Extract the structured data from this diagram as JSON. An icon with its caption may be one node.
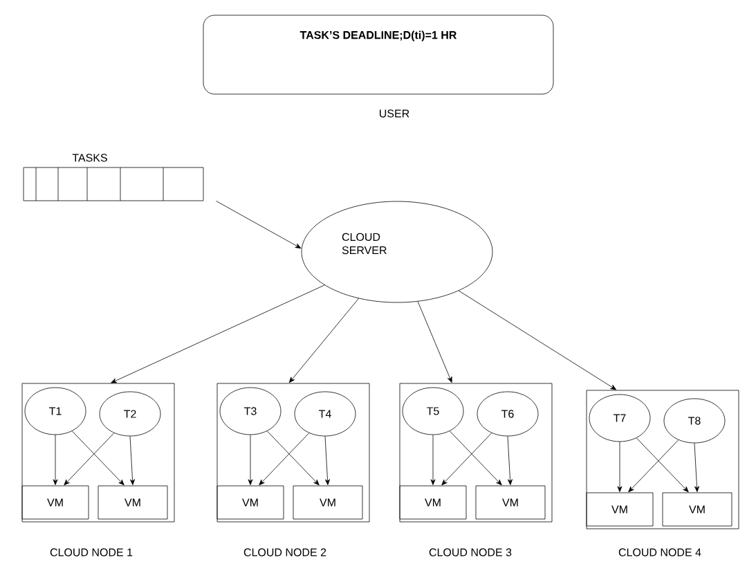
{
  "diagram": {
    "nodes": [
      {
        "text": [
          "TASK’S DEADLINE;D(ti)=1 HR"
        ],
        "beside": [
          "USER"
        ]
      },
      {
        "text": [
          "TASKS"
        ]
      },
      {
        "text": [
          "CLOUD SERVER"
        ]
      },
      {
        "text": [],
        "shape": "box",
        "beside": [
          "CLOUD NODE 1"
        ]
      },
      {
        "text": [
          "T1"
        ],
        "in": 3
      },
      {
        "text": [
          "T2"
        ],
        "in": 3
      },
      {
        "text": [
          "VM"
        ],
        "in": 3
      },
      {
        "text": [
          "VM"
        ],
        "in": 3
      },
      {
        "text": [],
        "shape": "box",
        "beside": [
          "CLOUD NODE 2"
        ]
      },
      {
        "text": [
          "T3"
        ],
        "in": 8
      },
      {
        "text": [
          "T4"
        ],
        "in": 8
      },
      {
        "text": [
          "VM"
        ],
        "in": 8
      },
      {
        "text": [
          "VM"
        ],
        "in": 8
      },
      {
        "text": [],
        "shape": "box",
        "beside": [
          "CLOUD NODE 3"
        ]
      },
      {
        "text": [
          "T5"
        ],
        "in": 13
      },
      {
        "text": [
          "T6"
        ],
        "in": 13
      },
      {
        "text": [
          "VM"
        ],
        "in": 13
      },
      {
        "text": [
          "VM"
        ],
        "in": 13
      },
      {
        "text": [],
        "shape": "box",
        "beside": [
          "CLOUD NODE 4"
        ]
      },
      {
        "text": [
          "T7"
        ],
        "in": 18
      },
      {
        "text": [
          "T8"
        ],
        "in": 18
      },
      {
        "text": [
          "VM"
        ],
        "in": 18
      },
      {
        "text": [
          "VM"
        ],
        "in": 18
      }
    ],
    "edges": [
      {
        "from": 1,
        "to": 2,
        "arrow": "to"
      },
      {
        "from": 2,
        "to": 3,
        "arrow": "to"
      },
      {
        "from": 2,
        "to": 8,
        "arrow": "to"
      },
      {
        "from": 2,
        "to": 13,
        "arrow": "to"
      },
      {
        "from": 2,
        "to": 18,
        "arrow": "to"
      },
      {
        "from": 4,
        "to": 6,
        "arrow": "to"
      },
      {
        "from": 4,
        "to": 7,
        "arrow": "to"
      },
      {
        "from": 5,
        "to": 6,
        "arrow": "to"
      },
      {
        "from": 5,
        "to": 7,
        "arrow": "to"
      },
      {
        "from": 9,
        "to": 11,
        "arrow": "to"
      },
      {
        "from": 9,
        "to": 12,
        "arrow": "to"
      },
      {
        "from": 10,
        "to": 11,
        "arrow": "to"
      },
      {
        "from": 10,
        "to": 12,
        "arrow": "to"
      },
      {
        "from": 14,
        "to": 16,
        "arrow": "to"
      },
      {
        "from": 14,
        "to": 17,
        "arrow": "to"
      },
      {
        "from": 15,
        "to": 16,
        "arrow": "to"
      },
      {
        "from": 15,
        "to": 17,
        "arrow": "to"
      },
      {
        "from": 19,
        "to": 21,
        "arrow": "to"
      },
      {
        "from": 19,
        "to": 22,
        "arrow": "to"
      },
      {
        "from": 20,
        "to": 21,
        "arrow": "to"
      },
      {
        "from": 20,
        "to": 22,
        "arrow": "to"
      }
    ]
  }
}
